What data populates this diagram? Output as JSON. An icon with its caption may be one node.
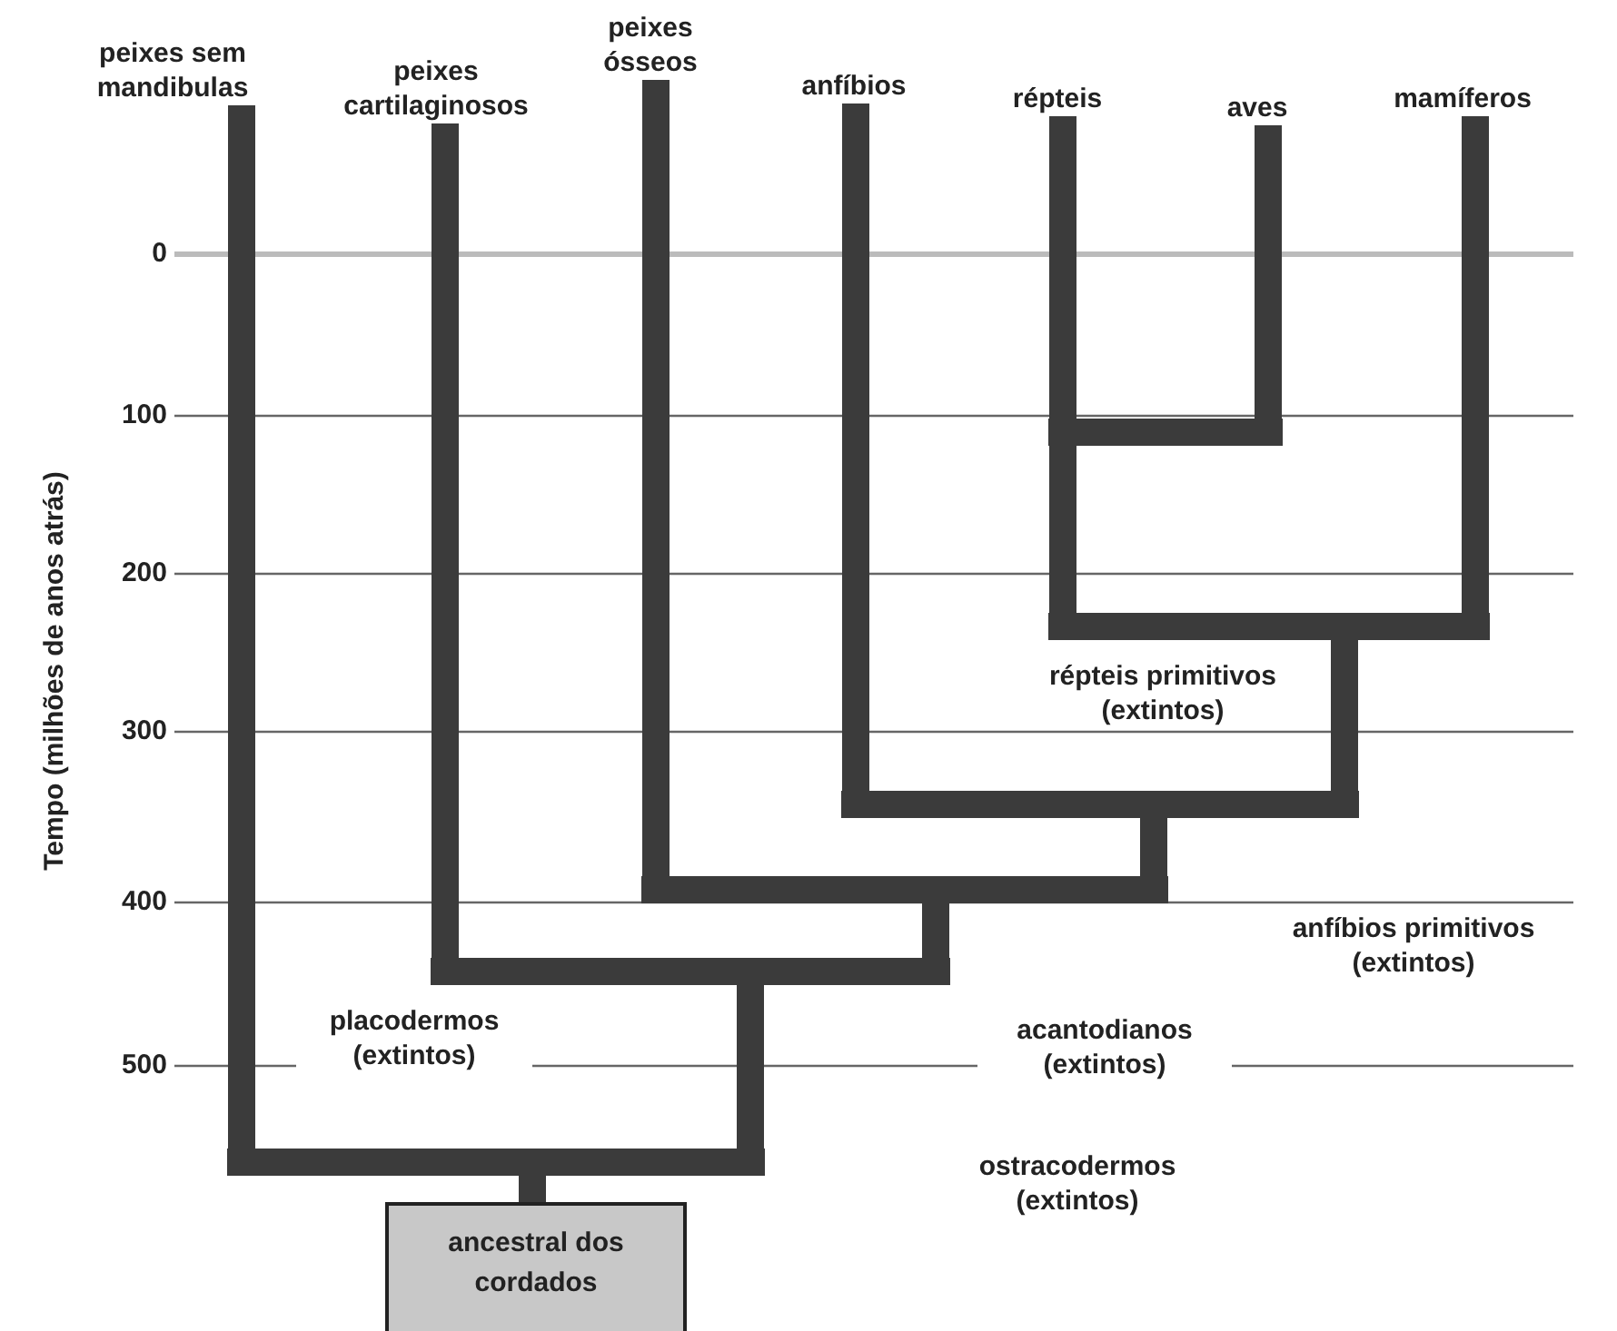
{
  "diagram": {
    "nodes": [
      {
        "text": [
          "peixes sem mandibulas"
        ]
      },
      {
        "text": [
          "peixes cartilaginosos"
        ]
      },
      {
        "text": [
          "peixes ósseos"
        ]
      },
      {
        "text": [
          "anfíbios"
        ]
      },
      {
        "text": [
          "répteis"
        ]
      },
      {
        "text": [
          "aves"
        ]
      },
      {
        "text": [
          "mamíferos"
        ]
      },
      {
        "text": [],
        "shape": "bar"
      },
      {
        "text": [],
        "shape": "bar"
      },
      {
        "text": [],
        "shape": "bar"
      },
      {
        "text": [],
        "shape": "bar"
      },
      {
        "text": [],
        "shape": "bar"
      },
      {
        "text": [],
        "shape": "bar"
      },
      {
        "text": [
          "ancestral dos cordados"
        ]
      }
    ],
    "edges": [
      {
        "from": 13,
        "to": 12,
        "arrow": "none"
      },
      {
        "from": 12,
        "to": 0,
        "arrow": "none"
      },
      {
        "from": 12,
        "to": 11,
        "arrow": "none"
      },
      {
        "from": 11,
        "to": 1,
        "arrow": "none"
      },
      {
        "from": 11,
        "to": 10,
        "arrow": "none"
      },
      {
        "from": 10,
        "to": 2,
        "arrow": "none"
      },
      {
        "from": 10,
        "to": 9,
        "arrow": "none"
      },
      {
        "from": 9,
        "to": 3,
        "arrow": "none"
      },
      {
        "from": 9,
        "to": 8,
        "arrow": "none"
      },
      {
        "from": 8,
        "to": 7,
        "arrow": "none"
      },
      {
        "from": 8,
        "to": 6,
        "arrow": "none"
      },
      {
        "from": 7,
        "to": 4,
        "arrow": "none"
      },
      {
        "from": 7,
        "to": 5,
        "arrow": "none"
      }
    ],
    "labels": [
      "0",
      "100",
      "200",
      "répteis primitivos (extintos)",
      "300",
      "400",
      "anfíbios primitivos (extintos)",
      "placodermos (extintos)",
      "acantodianos (extintos)",
      "500",
      "ostracodermos (extintos)",
      "Tempo (milhões de anos atrás)"
    ]
  }
}
